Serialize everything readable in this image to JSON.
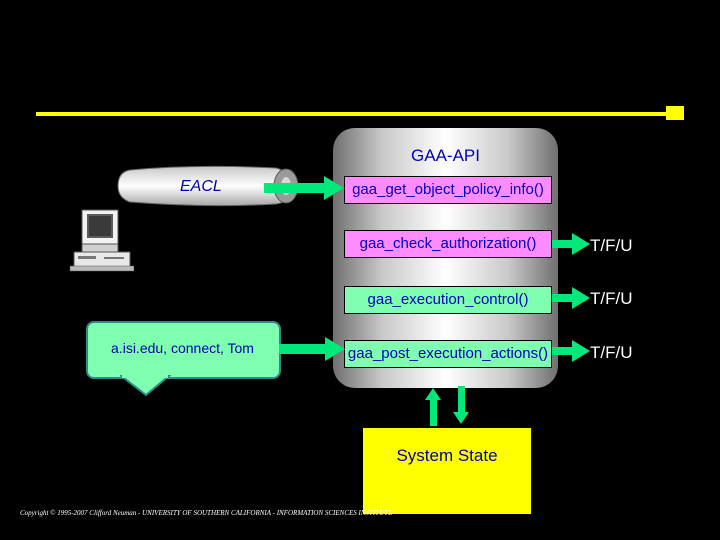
{
  "api": {
    "title": "GAA-API"
  },
  "functions": [
    {
      "label": "gaa_get_object_policy_info()",
      "result": ""
    },
    {
      "label": "gaa_check_authorization()",
      "result": "T/F/U"
    },
    {
      "label": "gaa_execution_control()",
      "result": "T/F/U"
    },
    {
      "label": "gaa_post_execution_actions()",
      "result": "T/F/U"
    }
  ],
  "eacl": {
    "label": "EACL"
  },
  "request": {
    "label": "a.isi.edu, connect, Tom"
  },
  "system_state": {
    "label": "System State"
  },
  "footer": {
    "copyright": "Copyright © 1995-2007 Clifford Neuman - UNIVERSITY OF SOUTHERN CALIFORNIA - INFORMATION SCIENCES INSTITUTE"
  },
  "colors": {
    "background": "#000000",
    "accent_line": "#ffff00",
    "function_box": "#ff8cff",
    "function_box_highlight": "#7fffb0",
    "text_blue": "#0000c0",
    "arrow": "#00e87a"
  }
}
